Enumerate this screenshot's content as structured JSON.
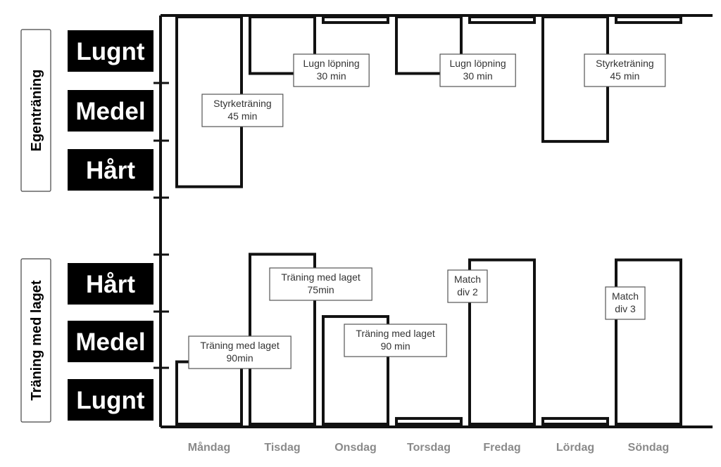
{
  "chart_data": {
    "type": "bar",
    "categories": [
      "Måndag",
      "Tisdag",
      "Onsdag",
      "Torsdag",
      "Fredag",
      "Lördag",
      "Söndag"
    ],
    "panels": [
      {
        "name": "Egenträning",
        "levels": [
          "Lugnt",
          "Medel",
          "Hårt"
        ],
        "direction": "down",
        "ylim": [
          0,
          3
        ],
        "values": [
          3,
          1,
          0.1,
          1,
          0.1,
          2.2,
          0.1
        ],
        "annotations": [
          {
            "day": 0,
            "lines": [
              "Styrketräning",
              "45 min"
            ]
          },
          {
            "day": 1,
            "lines": [
              "Lugn löpning",
              "30 min"
            ]
          },
          {
            "day": 3,
            "lines": [
              "Lugn löpning",
              "30 min"
            ]
          },
          {
            "day": 5,
            "lines": [
              "Styrketräning",
              "45 min"
            ]
          }
        ]
      },
      {
        "name": "Träning med laget",
        "levels": [
          "Hårt",
          "Medel",
          "Lugnt"
        ],
        "direction": "up",
        "ylim": [
          0,
          3
        ],
        "values": [
          1.1,
          3,
          1.9,
          0.1,
          2.9,
          0.1,
          2.9
        ],
        "annotations": [
          {
            "day": 0,
            "lines": [
              "Träning med laget",
              "90min"
            ]
          },
          {
            "day": 1,
            "lines": [
              "Träning med laget",
              "75min"
            ]
          },
          {
            "day": 2,
            "lines": [
              "Träning med laget",
              "90 min"
            ]
          },
          {
            "day": 4,
            "lines": [
              "Match",
              "div 2"
            ]
          },
          {
            "day": 6,
            "lines": [
              "Match",
              "div 3"
            ]
          }
        ]
      }
    ],
    "colors": {
      "bar_outline": "#111111",
      "label_box": "#000000",
      "day_label": "#8a8a8a"
    }
  }
}
